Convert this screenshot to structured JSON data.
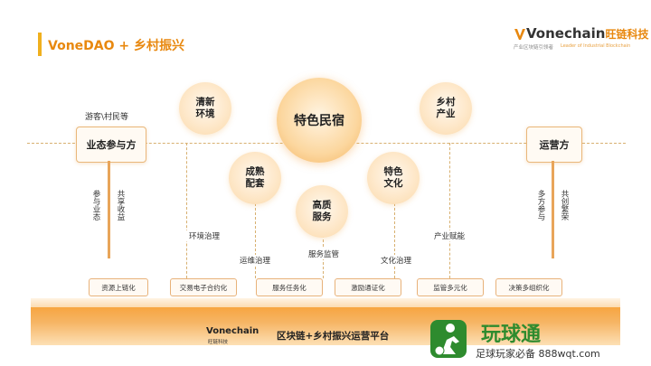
{
  "header": {
    "title": "VoneDAO + 乡村振兴"
  },
  "logo": {
    "brand": "Vonechain",
    "cn": "旺链科技",
    "sub": "产业区块链引领者",
    "sub2": "Leader of Industrial Blockchain"
  },
  "center": {
    "label": "特色民宿"
  },
  "nodes": {
    "env": "清新\n环境",
    "industry": "乡村\n产业",
    "mature": "成熟\n配套",
    "culture": "特色\n文化",
    "quality": "高质\n服务"
  },
  "left": {
    "caption": "游客\\村民等",
    "box": "业态参与方",
    "v1": "参与业态",
    "v2": "共享收益"
  },
  "right": {
    "box": "运营方",
    "v1": "多方参与",
    "v2": "共创繁荣"
  },
  "governance": {
    "env": "环境治理",
    "ops": "运维治理",
    "service": "服务监管",
    "culture": "文化治理",
    "industry": "产业赋能"
  },
  "pills": [
    "资源上链化",
    "交易电子合约化",
    "服务任务化",
    "激励通证化",
    "监管多元化",
    "决策多组织化"
  ],
  "platform": {
    "logo": "Vonechain",
    "logo_sub": "旺链科技",
    "title": "区块链+乡村振兴运营平台"
  },
  "watermark": {
    "big": "玩球通",
    "small": "足球玩家必备 888wqt.com"
  },
  "colors": {
    "accent": "#e8880f",
    "platform": "#f7a541"
  }
}
